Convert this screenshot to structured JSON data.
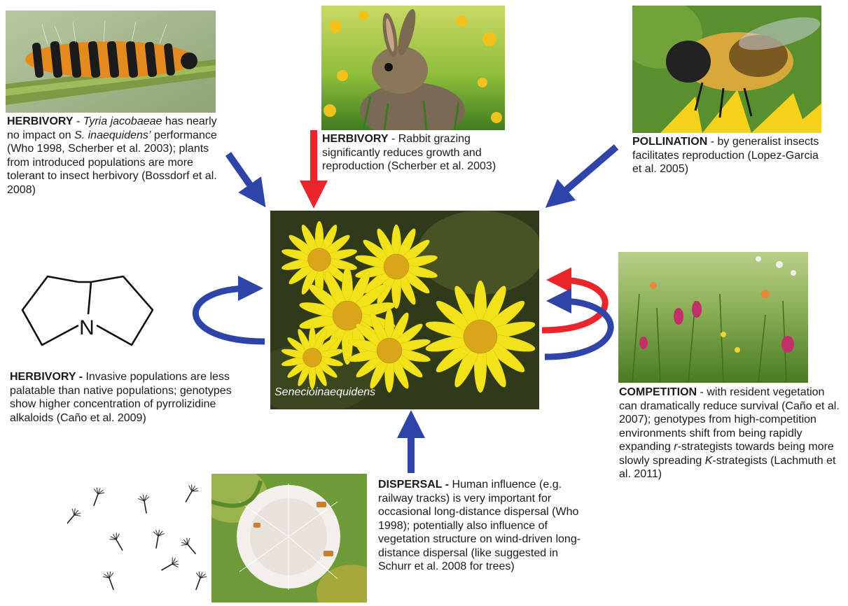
{
  "center": {
    "species_label": "Senecioinaequidens"
  },
  "colors": {
    "positive_arrow": "#2f44a8",
    "negative_arrow": "#e8262b"
  },
  "interactions": {
    "caterpillar": {
      "heading": "HERBIVORY",
      "sep": " - ",
      "species": "Tyria jacobaeae",
      "text1": " has nearly no impact on ",
      "species2": "S. inaequidens’",
      "text2": " performance (Who 1998, Scherber et al. 2003); plants from introduced populations are more tolerant to insect herbivory (Bossdorf et al. 2008)",
      "effect": "positive"
    },
    "rabbit": {
      "heading": "HERBIVORY",
      "text": " - Rabbit grazing significantly reduces growth and reproduction (Scherber et al. 2003)",
      "effect": "negative"
    },
    "bee": {
      "heading": "POLLINATION",
      "text": " - by generalist insects facilitates reproduction (Lopez-Garcia et al. 2005)",
      "effect": "positive"
    },
    "alkaloid": {
      "heading": "HERBIVORY -",
      "text": " Invasive populations are less palatable than native populations; genotypes show higher concentration of pyrrolizidine alkaloids (Caño et al. 2009)",
      "structure_atom": "N",
      "effect": "positive"
    },
    "competition": {
      "heading": "COMPETITION",
      "text1": " - with resident vegetation can dramatically reduce survival (Caño et al. 2007); genotypes from high-competition environments shift from being rapidly expanding ",
      "r": "r",
      "text2": "-strategists towards being more slowly spreading ",
      "k": "K",
      "text3": "-strategists (Lachmuth et al. 2011)",
      "effect": "both"
    },
    "dispersal": {
      "heading": "DISPERSAL -",
      "text": " Human influence (e.g. railway tracks) is very important for occasional long-distance dispersal (Who 1998); potentially also influence of vegetation structure on wind-driven long-distance dispersal (like suggested in Schurr et al. 2008 for trees)",
      "effect": "positive"
    }
  },
  "icons": [
    "caterpillar-photo",
    "rabbit-photo",
    "bee-photo",
    "pyrrolizidine-structure",
    "meadow-photo",
    "seed-head-photo",
    "seeds-drawing",
    "senecio-flower-photo"
  ]
}
